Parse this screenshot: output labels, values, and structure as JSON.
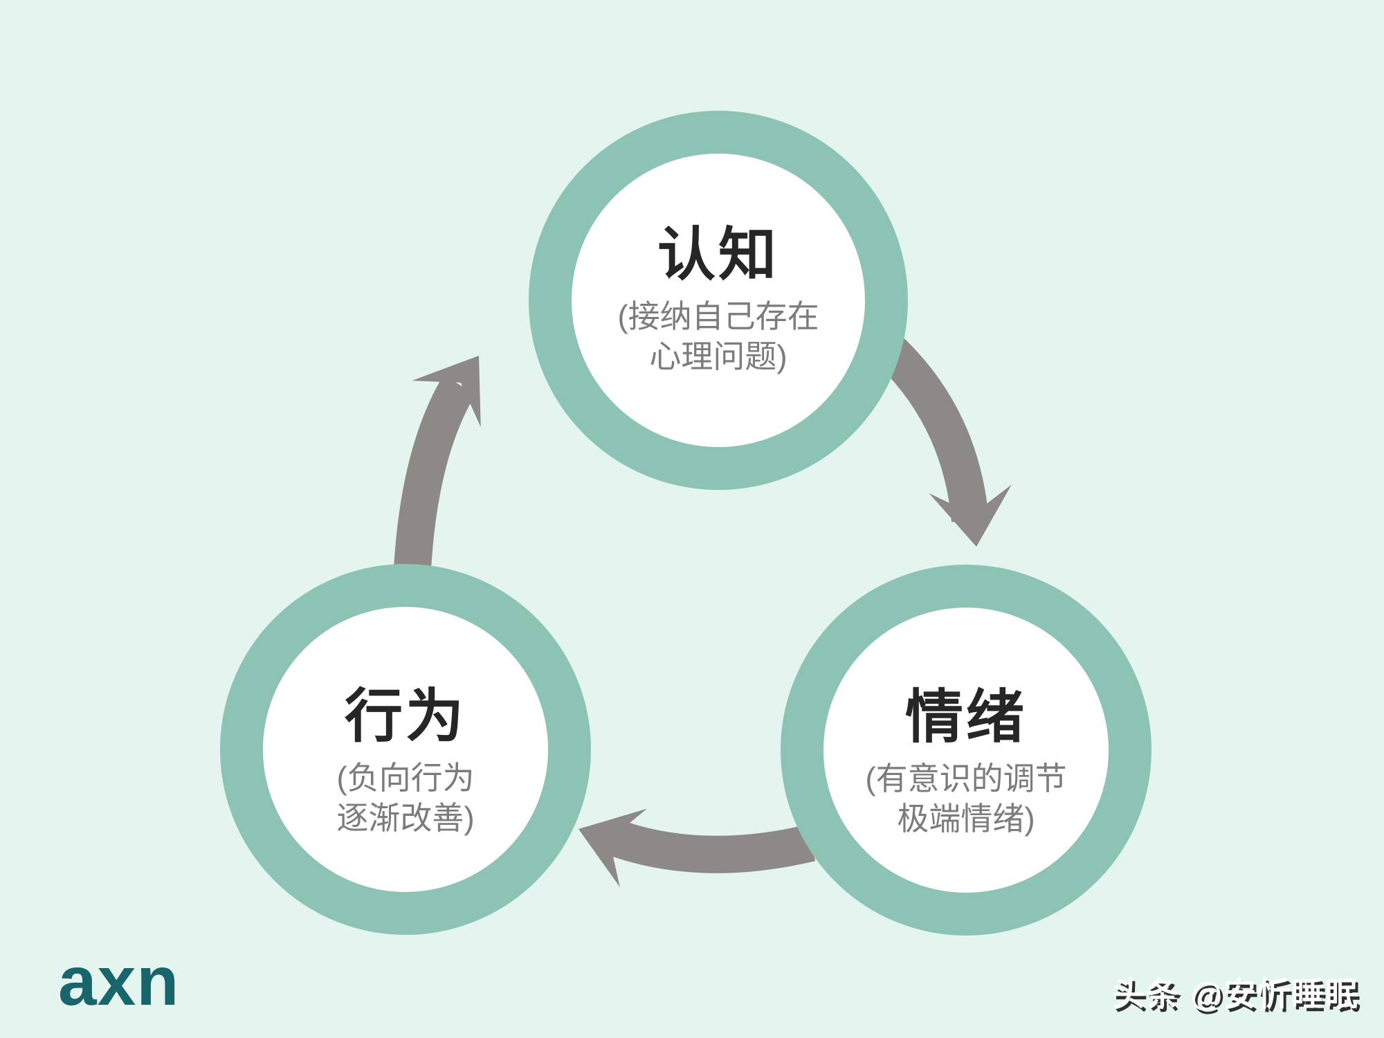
{
  "page": {
    "background": "#e4f4ee"
  },
  "colors": {
    "ring": "#8dc3b5",
    "arrow": "#8e8989",
    "node_title": "#262626",
    "node_subtitle": "#7c7c7c",
    "logo": "#19656c",
    "watermark_text": "#ffffff",
    "watermark_shadow": "#2e2e2e"
  },
  "diagram": {
    "type": "cycle",
    "nodes": [
      {
        "id": "cognition",
        "title": "认知",
        "subtitle_line1": "(接纳自己存在",
        "subtitle_line2": "心理问题)"
      },
      {
        "id": "emotion",
        "title": "情绪",
        "subtitle_line1": "(有意识的调节",
        "subtitle_line2": "极端情绪)"
      },
      {
        "id": "behavior",
        "title": "行为",
        "subtitle_line1": "(负向行为",
        "subtitle_line2": "逐渐改善)"
      }
    ],
    "flow": [
      "认知 → 情绪",
      "情绪 → 行为",
      "行为 → 认知"
    ]
  },
  "footer": {
    "logo_text": "axn",
    "watermark": "头条 @安忻睡眠"
  }
}
